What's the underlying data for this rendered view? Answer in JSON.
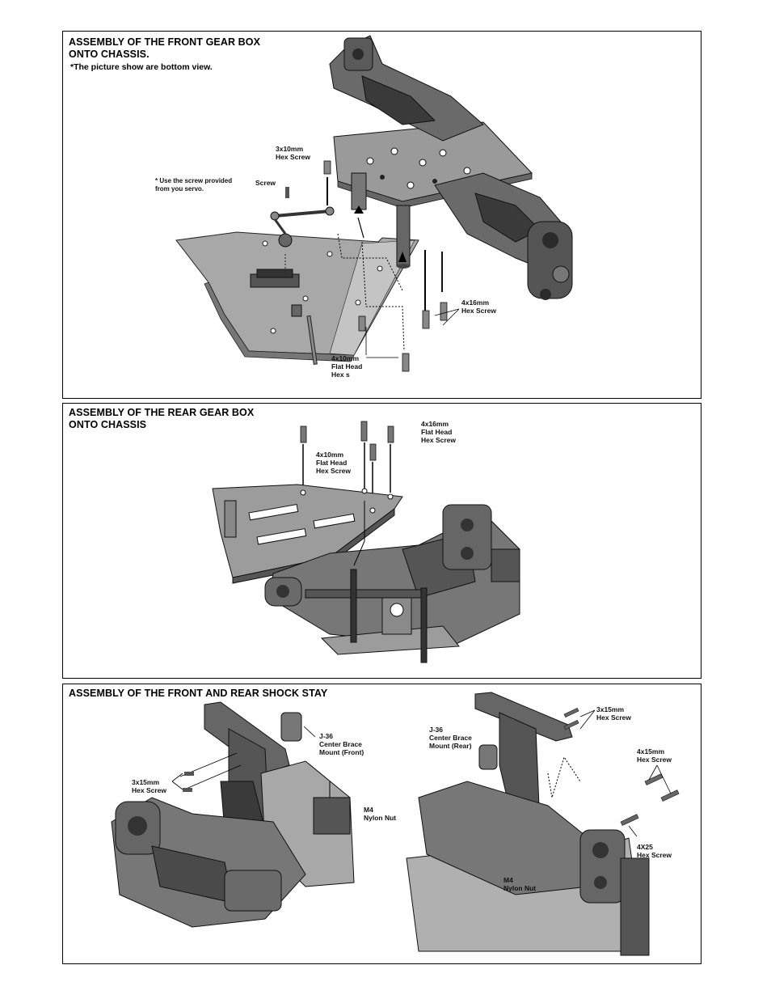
{
  "section1": {
    "title": "ASSEMBLY OF THE FRONT GEAR BOX\nONTO CHASSIS.",
    "subtitle": "*The picture show  are bottom view.",
    "labels": {
      "hex3x10": "3x10mm\nHex Screw",
      "note": "* Use the screw provided\n   from you servo.",
      "screw": "Screw",
      "hex4x16": "4x16mm\nHex Screw",
      "flat4x10": "4x10mm\nFlat Head\nHex s"
    }
  },
  "section2": {
    "title": "ASSEMBLY OF THE REAR GEAR BOX\nONTO CHASSIS",
    "labels": {
      "flat4x16": "4x16mm\nFlat Head\nHex Screw",
      "flat4x10": "4x10mm\nFlat Head\nHex Screw"
    }
  },
  "section3": {
    "title": "ASSEMBLY OF THE FRONT AND REAR SHOCK STAY",
    "labels": {
      "j36front": "J-36\nCenter Brace\nMount (Front)",
      "hex3x15a": "3x15mm\nHex Screw",
      "m4a": "M4\nNylon Nut",
      "j36rear": "J-36\nCenter Brace\nMount (Rear)",
      "hex3x15b": "3x15mm\nHex Screw",
      "hex4x15": "4x15mm\nHex Screw",
      "hex4x25": "4X25\nHex Screw",
      "m4b": "M4\nNylon Nut"
    }
  }
}
